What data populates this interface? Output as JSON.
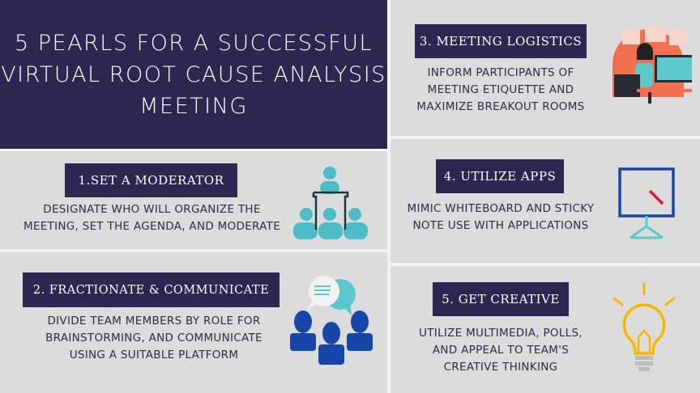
{
  "title": "5 PEARLS FOR A SUCCESSFUL VIRTUAL ROOT CAUSE ANALYSIS MEETING",
  "pearls": [
    {
      "heading": "1.SET A MODERATOR",
      "text": "DESIGNATE WHO WILL ORGANIZE THE MEETING, SET THE AGENDA, AND MODERATE",
      "icon": "presenter-audience-icon"
    },
    {
      "heading": "2. FRACTIONATE & COMMUNICATE",
      "text": "DIVIDE TEAM MEMBERS BY ROLE FOR BRAINSTORMING, AND COMMUNICATE USING A SUITABLE PLATFORM",
      "icon": "team-chat-icon"
    },
    {
      "heading": "3. MEETING LOGISTICS",
      "text": "INFORM PARTICIPANTS OF MEETING ETIQUETTE AND MAXIMIZE BREAKOUT ROOMS",
      "icon": "person-at-computer-icon"
    },
    {
      "heading": "4. UTILIZE APPS",
      "text": "MIMIC WHITEBOARD AND STICKY NOTE USE WITH APPLICATIONS",
      "icon": "whiteboard-icon"
    },
    {
      "heading": "5. GET CREATIVE",
      "text": "UTILIZE MULTIMEDIA, POLLS, AND APPEAL TO TEAM'S CREATIVE THINKING",
      "icon": "lightbulb-icon"
    }
  ],
  "colors": {
    "navy": "#2c2650",
    "panel": "#dcdcdc",
    "teal": "#4bbcc8",
    "blue": "#1746a8",
    "coral": "#f07050",
    "yellow": "#f5b800",
    "red": "#d02030"
  }
}
